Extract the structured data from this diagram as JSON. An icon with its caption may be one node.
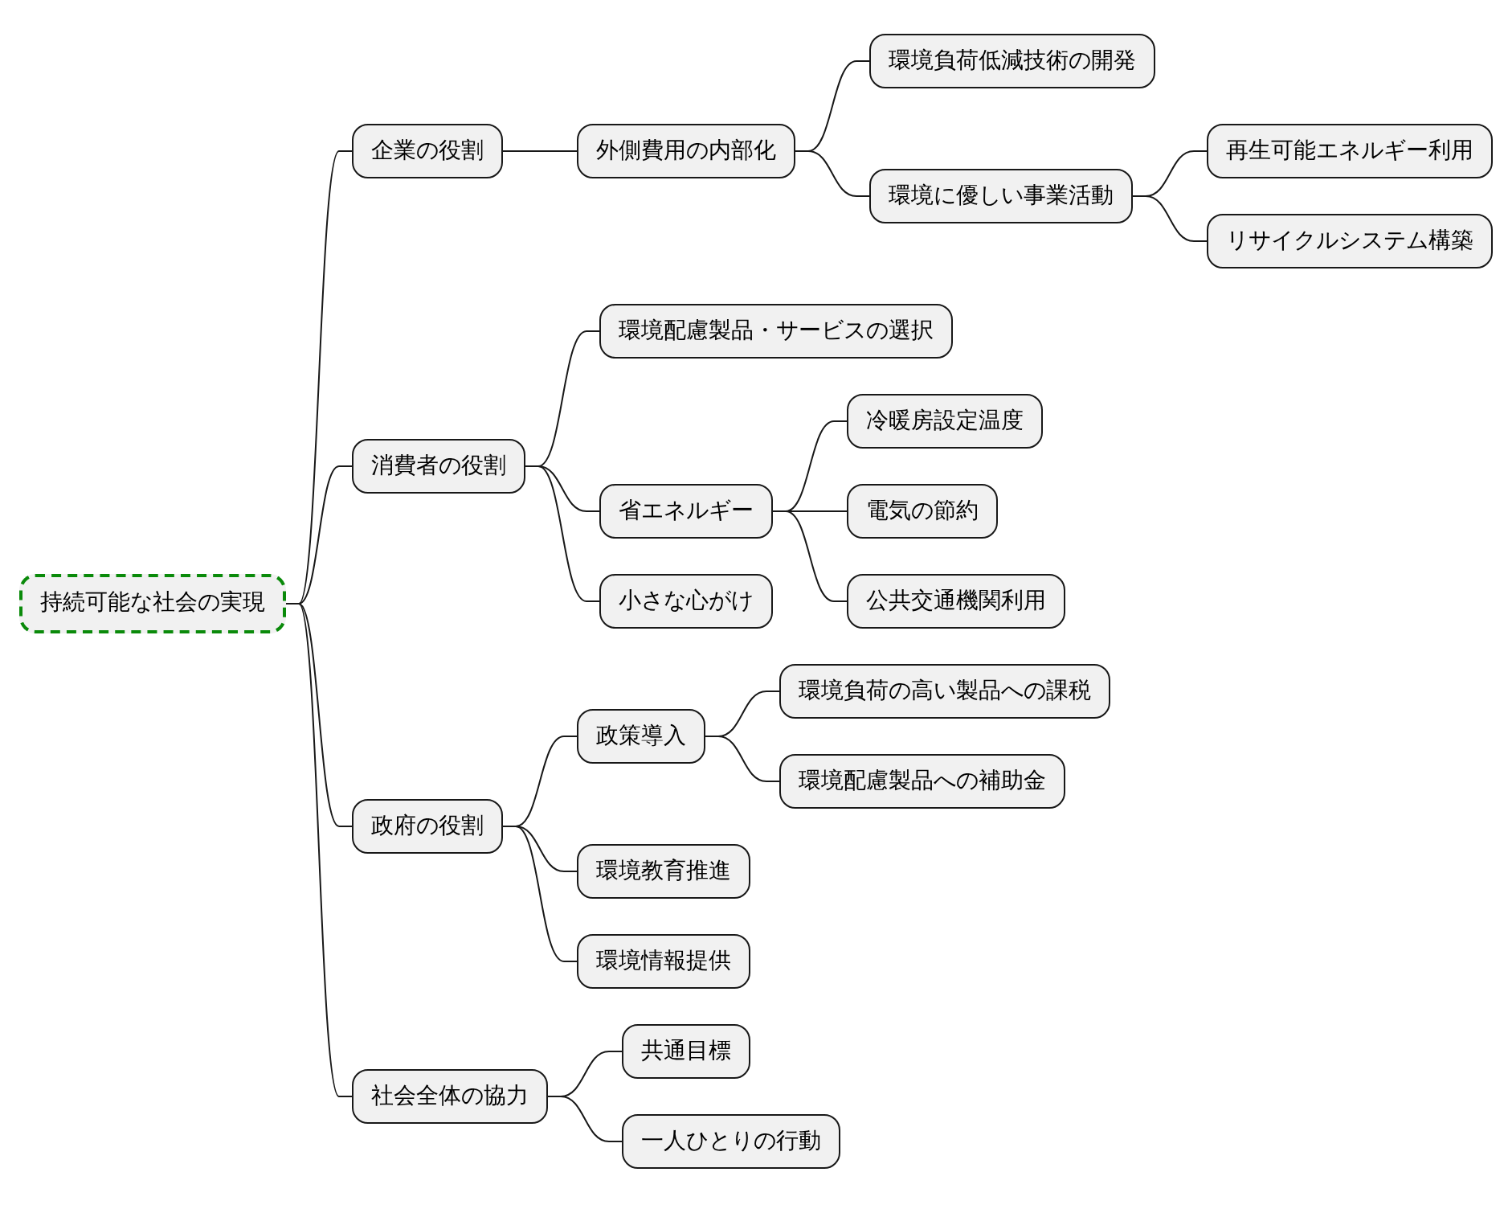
{
  "diagram": {
    "nodes": [
      {
        "text": [
          "持続可能な社会の実現"
        ]
      },
      {
        "text": [
          "企業の役割"
        ]
      },
      {
        "text": [
          "外側費用の内部化"
        ]
      },
      {
        "text": [
          "環境負荷低減技術の開発"
        ]
      },
      {
        "text": [
          "環境に優しい事業活動"
        ]
      },
      {
        "text": [
          "再生可能エネルギー利用"
        ]
      },
      {
        "text": [
          "リサイクルシステム構築"
        ]
      },
      {
        "text": [
          "消費者の役割"
        ]
      },
      {
        "text": [
          "環境配慮製品・サービスの選択"
        ]
      },
      {
        "text": [
          "省エネルギー"
        ]
      },
      {
        "text": [
          "冷暖房設定温度"
        ]
      },
      {
        "text": [
          "電気の節約"
        ]
      },
      {
        "text": [
          "公共交通機関利用"
        ]
      },
      {
        "text": [
          "小さな心がけ"
        ]
      },
      {
        "text": [
          "政府の役割"
        ]
      },
      {
        "text": [
          "政策導入"
        ]
      },
      {
        "text": [
          "環境負荷の高い製品への課税"
        ]
      },
      {
        "text": [
          "環境配慮製品への補助金"
        ]
      },
      {
        "text": [
          "環境教育推進"
        ]
      },
      {
        "text": [
          "環境情報提供"
        ]
      },
      {
        "text": [
          "社会全体の協力"
        ]
      },
      {
        "text": [
          "共通目標"
        ]
      },
      {
        "text": [
          "一人ひとりの行動"
        ]
      }
    ],
    "edges": [
      {
        "from": 0,
        "to": 1,
        "arrow": "none"
      },
      {
        "from": 1,
        "to": 2,
        "arrow": "none"
      },
      {
        "from": 2,
        "to": 3,
        "arrow": "none"
      },
      {
        "from": 2,
        "to": 4,
        "arrow": "none"
      },
      {
        "from": 4,
        "to": 5,
        "arrow": "none"
      },
      {
        "from": 4,
        "to": 6,
        "arrow": "none"
      },
      {
        "from": 0,
        "to": 7,
        "arrow": "none"
      },
      {
        "from": 7,
        "to": 8,
        "arrow": "none"
      },
      {
        "from": 7,
        "to": 9,
        "arrow": "none"
      },
      {
        "from": 9,
        "to": 10,
        "arrow": "none"
      },
      {
        "from": 9,
        "to": 11,
        "arrow": "none"
      },
      {
        "from": 9,
        "to": 12,
        "arrow": "none"
      },
      {
        "from": 7,
        "to": 13,
        "arrow": "none"
      },
      {
        "from": 0,
        "to": 14,
        "arrow": "none"
      },
      {
        "from": 14,
        "to": 15,
        "arrow": "none"
      },
      {
        "from": 15,
        "to": 16,
        "arrow": "none"
      },
      {
        "from": 15,
        "to": 17,
        "arrow": "none"
      },
      {
        "from": 14,
        "to": 18,
        "arrow": "none"
      },
      {
        "from": 14,
        "to": 19,
        "arrow": "none"
      },
      {
        "from": 0,
        "to": 20,
        "arrow": "none"
      },
      {
        "from": 20,
        "to": 21,
        "arrow": "none"
      },
      {
        "from": 20,
        "to": 22,
        "arrow": "none"
      }
    ]
  }
}
